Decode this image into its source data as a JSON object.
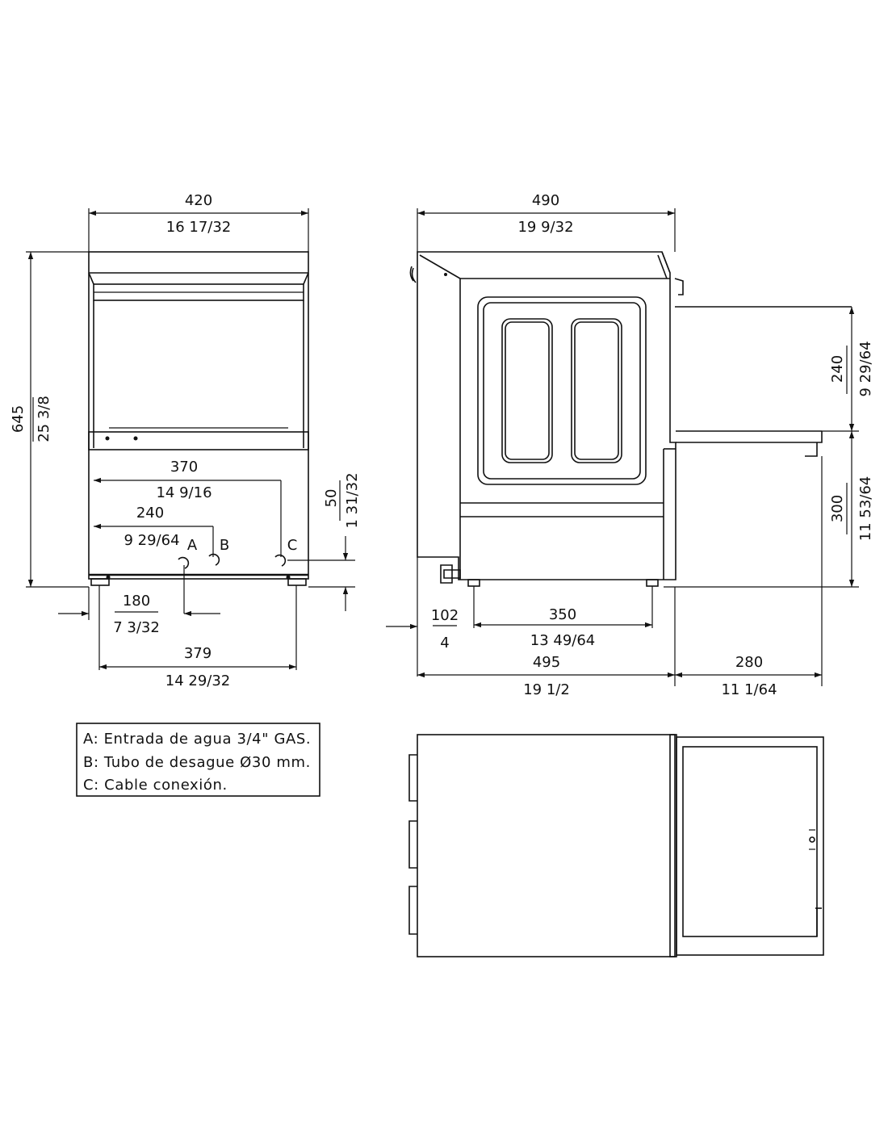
{
  "front_view": {
    "width_mm": "420",
    "width_in": "16 17/32",
    "height_mm": "645",
    "height_in": "25 3/8",
    "c_pos_mm": "370",
    "c_pos_in": "14 9/16",
    "b_pos_mm": "240",
    "b_pos_in": "9 29/64",
    "conn_height_mm": "50",
    "conn_height_in": "1 31/32",
    "a_pos_mm": "180",
    "a_pos_in": "7 3/32",
    "feet_mm": "379",
    "feet_in": "14 29/32",
    "label_a": "A",
    "label_b": "B",
    "label_c": "C"
  },
  "side_view": {
    "width_mm": "490",
    "width_in": "19 9/32",
    "door_height_mm": "240",
    "door_height_in": "9 29/64",
    "door_level_mm": "300",
    "door_level_in": "11 53/64",
    "rear_offset_mm": "102",
    "rear_offset_in": "4",
    "feet_mm": "350",
    "feet_in": "13 49/64",
    "depth_mm": "495",
    "depth_in": "19 1/2",
    "door_open_mm": "280",
    "door_open_in": "11 1/64"
  },
  "legend": {
    "line_a": "A: Entrada de agua 3/4\" GAS.",
    "line_b": "B: Tubo de desague Ø30 mm.",
    "line_c": "C: Cable conexión."
  }
}
